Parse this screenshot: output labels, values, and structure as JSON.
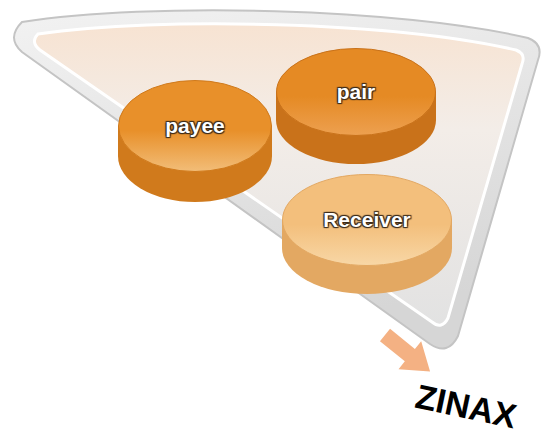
{
  "diagram": {
    "nodes": [
      {
        "text": [
          "payee"
        ]
      },
      {
        "text": [
          "pair"
        ]
      },
      {
        "text": [
          "Receiver"
        ]
      }
    ],
    "labels": [
      "ZINAX"
    ]
  }
}
